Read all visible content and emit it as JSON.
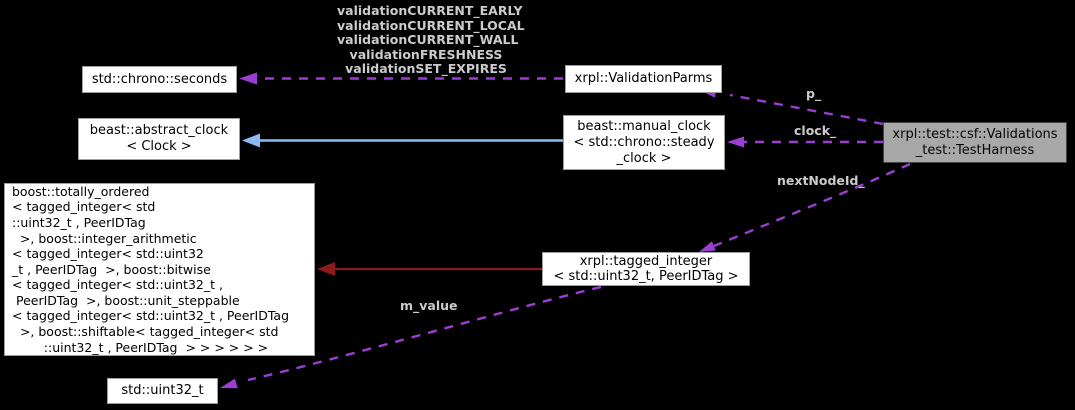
{
  "colors": {
    "background": "#000000",
    "member_edge": "#9b3fd3",
    "public_inheritance_edge": "#8cbaf8",
    "private_inheritance_edge": "#8b1a1a",
    "edge_label_text": "#cbcbcb",
    "node_fill": "#ffffff",
    "node_border": "#9e9e9e",
    "focus_node_fill": "#a8a8a8",
    "focus_node_border": "#444444"
  },
  "nodes": {
    "seconds": {
      "label": "std::chrono::seconds"
    },
    "validation_parms": {
      "label": "xrpl::ValidationParms"
    },
    "abstract_clock": {
      "lines": [
        "beast::abstract_clock",
        "< Clock >"
      ]
    },
    "manual_clock": {
      "lines": [
        "beast::manual_clock",
        "< std::chrono::steady",
        "_clock >"
      ]
    },
    "test_harness": {
      "lines": [
        "xrpl::test::csf::Validations",
        "_test::TestHarness"
      ]
    },
    "boost_bases": {
      "lines": [
        "boost::totally_ordered",
        "< tagged_integer< std",
        "::uint32_t , PeerIDTag",
        "  >, boost::integer_arithmetic",
        "< tagged_integer< std::uint32",
        "_t , PeerIDTag  >, boost::bitwise",
        "< tagged_integer< std::uint32_t ,",
        " PeerIDTag  >, boost::unit_steppable",
        "< tagged_integer< std::uint32_t , PeerIDTag",
        "  >, boost::shiftable< tagged_integer< std",
        "        ::uint32_t , PeerIDTag  > > > > > >"
      ]
    },
    "tagged_integer": {
      "lines": [
        "xrpl::tagged_integer",
        "< std::uint32_t, PeerIDTag >"
      ]
    },
    "uint32": {
      "label": "std::uint32_t"
    }
  },
  "edges": {
    "validation_fields": {
      "from": "xrpl::ValidationParms",
      "to": "std::chrono::seconds",
      "style": "dashed-member",
      "labels": [
        "validationCURRENT_EARLY",
        "validationCURRENT_LOCAL",
        "validationCURRENT_WALL",
        "validationFRESHNESS",
        "validationSET_EXPIRES"
      ]
    },
    "p": {
      "from": "xrpl::test::csf::Validations_test::TestHarness",
      "to": "xrpl::ValidationParms",
      "style": "dashed-member",
      "label": "p_"
    },
    "clock": {
      "from": "xrpl::test::csf::Validations_test::TestHarness",
      "to": "beast::manual_clock< std::chrono::steady_clock >",
      "style": "dashed-member",
      "label": "clock_"
    },
    "next_node_id": {
      "from": "xrpl::test::csf::Validations_test::TestHarness",
      "to": "xrpl::tagged_integer< std::uint32_t, PeerIDTag >",
      "style": "dashed-member",
      "label": "nextNodeId_"
    },
    "m_value": {
      "from": "xrpl::tagged_integer< std::uint32_t, PeerIDTag >",
      "to": "std::uint32_t",
      "style": "dashed-member",
      "label": "m_value"
    },
    "manual_inherits_abstract": {
      "from": "beast::manual_clock< std::chrono::steady_clock >",
      "to": "beast::abstract_clock< Clock >",
      "style": "solid-public-inheritance"
    },
    "tagged_inherits_boost": {
      "from": "xrpl::tagged_integer< std::uint32_t, PeerIDTag >",
      "to": "boost::totally_ordered< ... >",
      "style": "solid-private-inheritance"
    }
  }
}
